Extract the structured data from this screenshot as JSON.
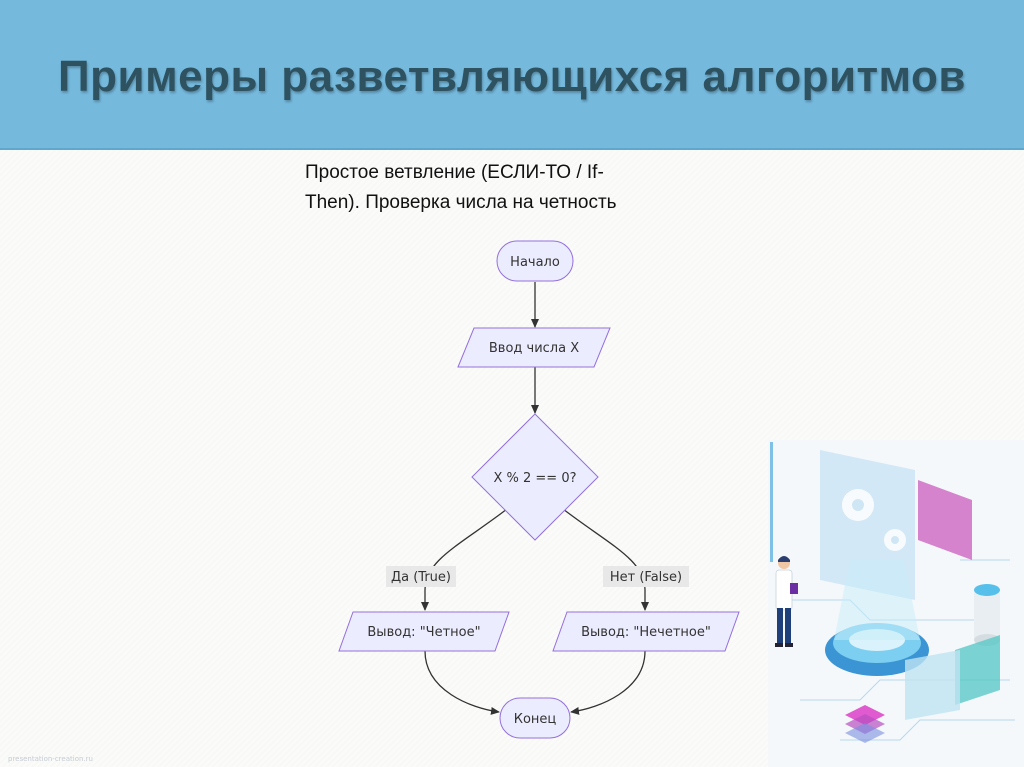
{
  "slide": {
    "title": "Примеры разветвляющихся алгоритмов",
    "caption_line1": "Простое ветвление (ЕСЛИ-ТО / If-",
    "caption_line2": "Then). Проверка числа на четность",
    "watermark": "presentation-creation.ru"
  },
  "flowchart": {
    "nodes": {
      "start": "Начало",
      "input": "Ввод числа X",
      "decision": "X % 2 == 0?",
      "out_even": "Вывод: \"Четное\"",
      "out_odd": "Вывод: \"Нечетное\"",
      "end": "Конец"
    },
    "edges": {
      "yes_label": "Да (True)",
      "no_label": "Нет (False)"
    }
  },
  "colors": {
    "header": "#75b9dd",
    "title_text": "#2e5260",
    "node_fill": "#ececff",
    "node_stroke": "#9370db",
    "edge": "#333333",
    "edge_label_bg": "#e8e8e8"
  },
  "illustration": {
    "icons": [
      "scientist-figure-icon",
      "gear-icon",
      "holographic-platform-icon",
      "data-screen-icon",
      "server-cylinder-icon"
    ]
  }
}
